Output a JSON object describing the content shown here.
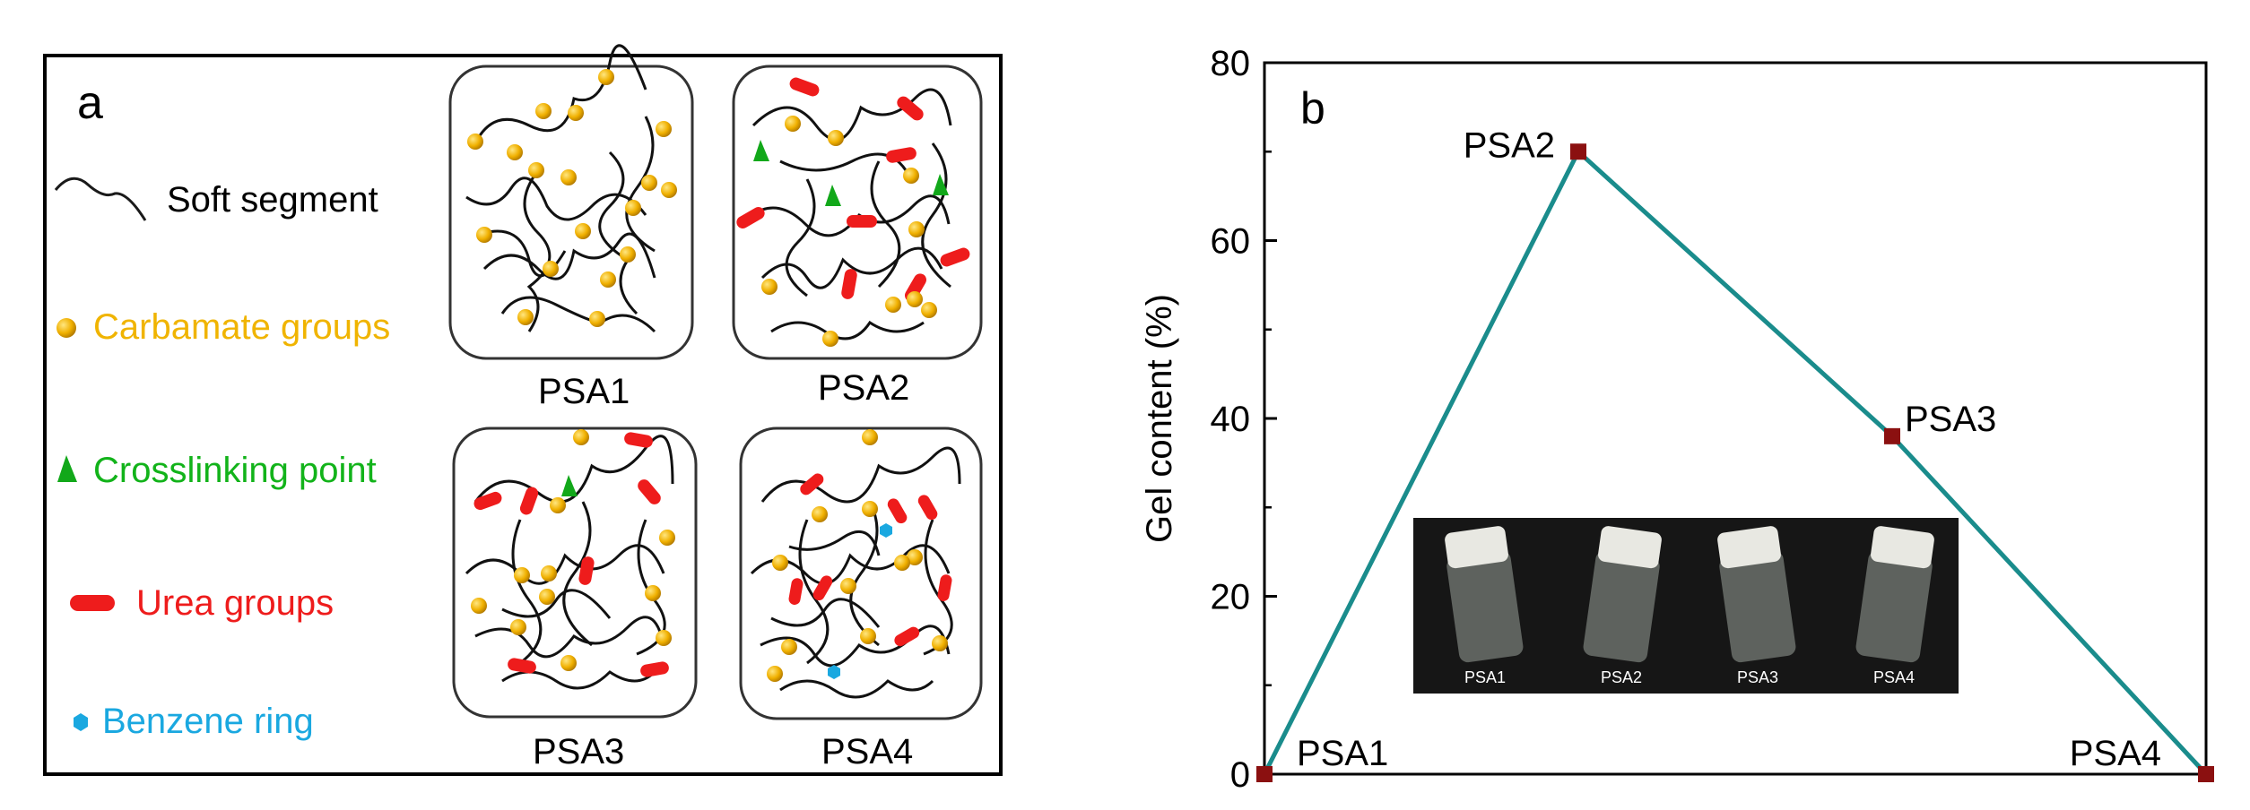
{
  "panel_a": {
    "label": "a",
    "legend": [
      {
        "text": "Soft segment",
        "color": "#1a1a1a",
        "icon": "wavy-line-icon"
      },
      {
        "text": "Carbamate groups",
        "color": "#f0b400",
        "icon": "gold-sphere-icon"
      },
      {
        "text": "Crosslinking point",
        "color": "#12b31a",
        "icon": "green-triangle-icon"
      },
      {
        "text": "Urea groups",
        "color": "#ee1c1c",
        "icon": "red-capsule-icon"
      },
      {
        "text": "Benzene ring",
        "color": "#1aa8e0",
        "icon": "blue-hexagon-icon"
      }
    ],
    "networks": [
      "PSA1",
      "PSA2",
      "PSA3",
      "PSA4"
    ]
  },
  "chart_data": {
    "type": "line",
    "panel_label": "b",
    "title": "",
    "xlabel": "",
    "ylabel": "Gel content (%)",
    "ylim": [
      0,
      80
    ],
    "yticks": [
      0,
      20,
      40,
      60,
      80
    ],
    "grid": false,
    "line_color": "#1a8c8c",
    "marker_color": "#8b1010",
    "series": [
      {
        "points": [
          {
            "label": "PSA1",
            "y": 0
          },
          {
            "label": "PSA2",
            "y": 70
          },
          {
            "label": "PSA3",
            "y": 38
          },
          {
            "label": "PSA4",
            "y": 0
          }
        ]
      }
    ],
    "inset": {
      "description_labels": [
        "PSA1",
        "PSA2",
        "PSA3",
        "PSA4"
      ]
    }
  }
}
